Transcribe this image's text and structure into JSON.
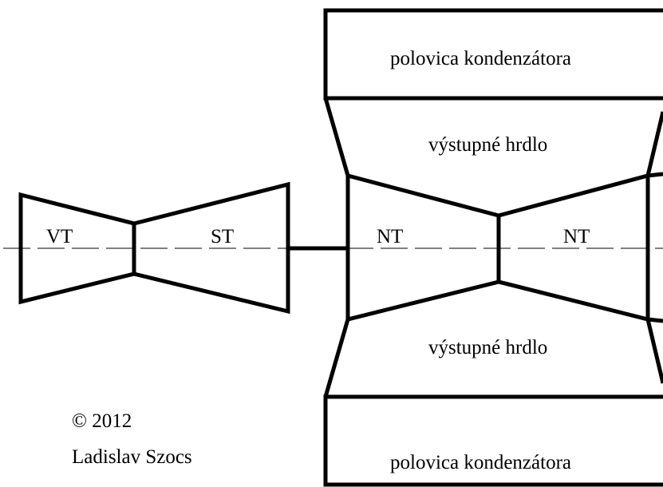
{
  "labels": {
    "hp_turbine": "VT",
    "ip_turbine": "ST",
    "lp_turbine_left": "NT",
    "lp_turbine_right": "NT",
    "condenser_top": "polovica kondenzátora",
    "condenser_bottom": "polovica kondenzátora",
    "exhaust_neck_top": "výstupné hrdlo",
    "exhaust_neck_bottom": "výstupné hrdlo"
  },
  "credit": {
    "copyright": "© 2012",
    "author": "Ladislav Szocs"
  }
}
